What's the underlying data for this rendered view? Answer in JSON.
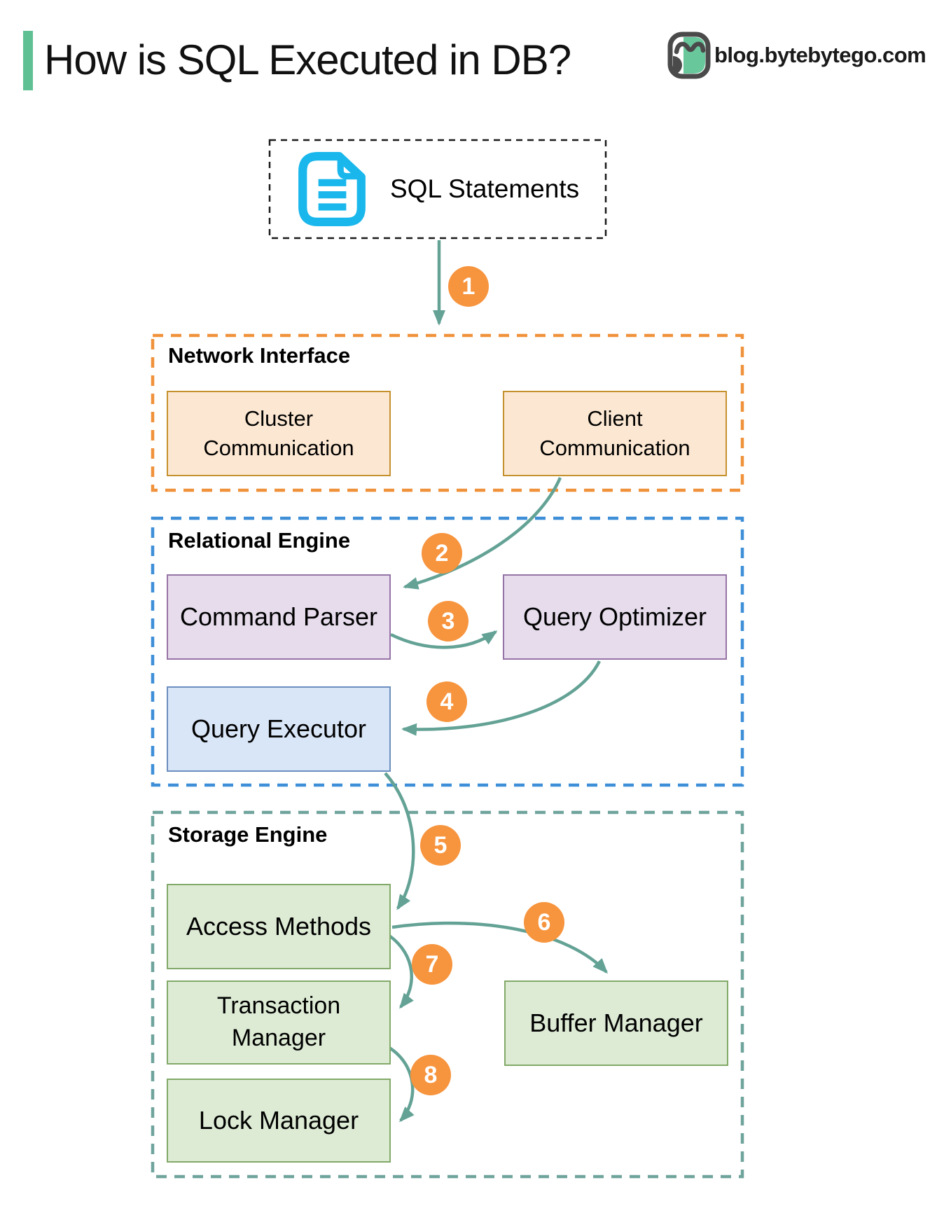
{
  "header": {
    "accent_color": "#5EC093",
    "title": "How is SQL Executed in DB?",
    "brand": {
      "icon": "bytebytego-logo",
      "text": "blog.bytebytego.com"
    }
  },
  "diagram": {
    "source_box": {
      "label": "SQL Statements",
      "icon": "sql-document-icon",
      "icon_color": "#19B7EC",
      "border_color": "#1a1a1a"
    },
    "arrow_color": "#63A295",
    "step_badge_color": "#F7943E",
    "sections": [
      {
        "title": "Network Interface",
        "border_color": "#F0923B",
        "boxes": [
          {
            "label": "Cluster Communication",
            "fill": "#FCE8D2",
            "border": "#C5912E"
          },
          {
            "label": "Client Communication",
            "fill": "#FCE8D2",
            "border": "#C5912E"
          }
        ]
      },
      {
        "title": "Relational Engine",
        "border_color": "#3E8FD8",
        "boxes": [
          {
            "label": "Command Parser",
            "fill": "#E6DCEC",
            "border": "#9673A6"
          },
          {
            "label": "Query Optimizer",
            "fill": "#E6DCEC",
            "border": "#9673A6"
          },
          {
            "label": "Query Executor",
            "fill": "#D9E6F8",
            "border": "#6C8EBF"
          }
        ]
      },
      {
        "title": "Storage Engine",
        "border_color": "#6FA49C",
        "boxes": [
          {
            "label": "Access Methods",
            "fill": "#DDEBD5",
            "border": "#82A968"
          },
          {
            "label": "Transaction Manager",
            "fill": "#DDEBD5",
            "border": "#82A968"
          },
          {
            "label": "Buffer Manager",
            "fill": "#DDEBD5",
            "border": "#82A968"
          },
          {
            "label": "Lock Manager",
            "fill": "#DDEBD5",
            "border": "#82A968"
          }
        ]
      }
    ],
    "steps": [
      {
        "number": "1",
        "from": "SQL Statements",
        "to": "Network Interface"
      },
      {
        "number": "2",
        "from": "Client Communication",
        "to": "Command Parser"
      },
      {
        "number": "3",
        "from": "Command Parser",
        "to": "Query Optimizer"
      },
      {
        "number": "4",
        "from": "Query Optimizer",
        "to": "Query Executor"
      },
      {
        "number": "5",
        "from": "Query Executor",
        "to": "Access Methods"
      },
      {
        "number": "6",
        "from": "Access Methods",
        "to": "Buffer Manager"
      },
      {
        "number": "7",
        "from": "Access Methods",
        "to": "Transaction Manager"
      },
      {
        "number": "8",
        "from": "Transaction Manager",
        "to": "Lock Manager"
      }
    ]
  }
}
